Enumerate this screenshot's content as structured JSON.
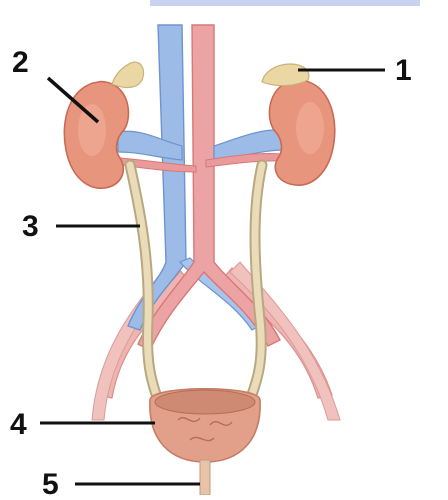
{
  "labels": [
    "1",
    "2",
    "3",
    "4",
    "5"
  ],
  "colors": {
    "kidney": "#e8957e",
    "kidney_dark": "#c96a55",
    "adrenal": "#ead7a4",
    "vein": "#8fb1e0",
    "vein_dark": "#6f93cf",
    "artery": "#e99a9a",
    "artery_dark": "#d97777",
    "ureter": "#eadcb8",
    "ureter_edge": "#b8a882",
    "bladder": "#e2a08a",
    "leader_line": "#111111"
  }
}
